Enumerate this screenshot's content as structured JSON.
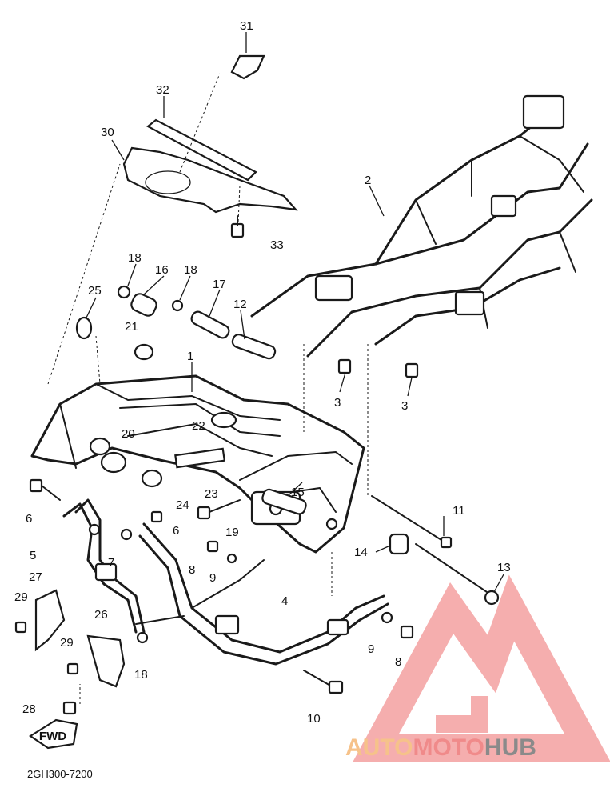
{
  "diagram": {
    "code": "2GH300-7200",
    "fwd_label": "FWD",
    "labels": [
      {
        "id": "31",
        "text": "31"
      },
      {
        "id": "32",
        "text": "32"
      },
      {
        "id": "30",
        "text": "30"
      },
      {
        "id": "33",
        "text": "33"
      },
      {
        "id": "2",
        "text": "2"
      },
      {
        "id": "18a",
        "text": "18"
      },
      {
        "id": "16",
        "text": "16"
      },
      {
        "id": "18b",
        "text": "18"
      },
      {
        "id": "17",
        "text": "17"
      },
      {
        "id": "12",
        "text": "12"
      },
      {
        "id": "25",
        "text": "25"
      },
      {
        "id": "21",
        "text": "21"
      },
      {
        "id": "1",
        "text": "1"
      },
      {
        "id": "3a",
        "text": "3"
      },
      {
        "id": "3b",
        "text": "3"
      },
      {
        "id": "22",
        "text": "22"
      },
      {
        "id": "20",
        "text": "20"
      },
      {
        "id": "23",
        "text": "23"
      },
      {
        "id": "15",
        "text": "15"
      },
      {
        "id": "6a",
        "text": "6"
      },
      {
        "id": "24",
        "text": "24"
      },
      {
        "id": "6b",
        "text": "6"
      },
      {
        "id": "11",
        "text": "11"
      },
      {
        "id": "19",
        "text": "19"
      },
      {
        "id": "7",
        "text": "7"
      },
      {
        "id": "14",
        "text": "14"
      },
      {
        "id": "5",
        "text": "5"
      },
      {
        "id": "8a",
        "text": "8"
      },
      {
        "id": "9a",
        "text": "9"
      },
      {
        "id": "13",
        "text": "13"
      },
      {
        "id": "27",
        "text": "27"
      },
      {
        "id": "4",
        "text": "4"
      },
      {
        "id": "29a",
        "text": "29"
      },
      {
        "id": "26",
        "text": "26"
      },
      {
        "id": "9b",
        "text": "9"
      },
      {
        "id": "8b",
        "text": "8"
      },
      {
        "id": "29b",
        "text": "29"
      },
      {
        "id": "18c",
        "text": "18"
      },
      {
        "id": "28",
        "text": "28"
      },
      {
        "id": "10",
        "text": "10"
      }
    ]
  },
  "watermark": {
    "part1": "AUTO",
    "part2": "MOTO",
    "part3": "HUB",
    "colors": {
      "part1": "#f6c28a",
      "part2": "#f08a8a",
      "part3": "#8a8a8a",
      "logo": "#f4a0a0"
    }
  }
}
